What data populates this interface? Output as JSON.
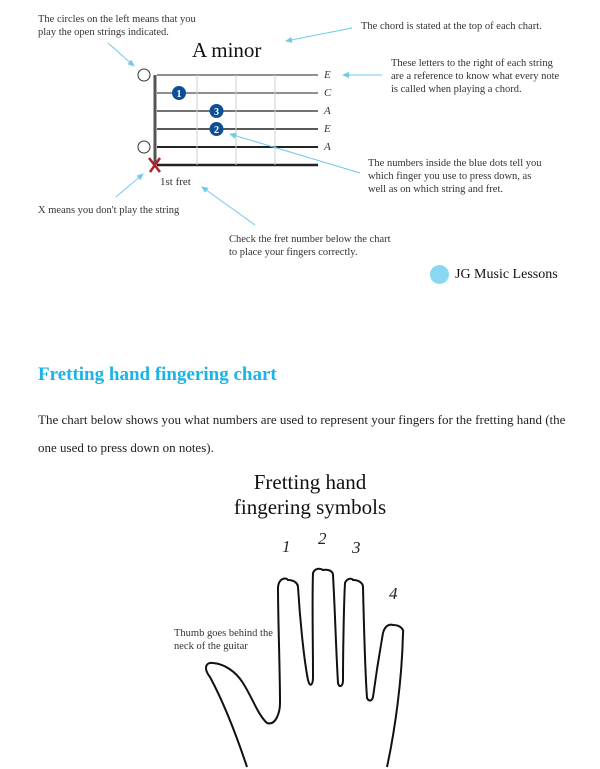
{
  "chord_chart": {
    "title": "A minor",
    "string_labels": [
      "E",
      "C",
      "A",
      "E",
      "A"
    ],
    "fret_label": "1st fret",
    "fingers": [
      {
        "finger": "1",
        "string": 2,
        "fret": 1
      },
      {
        "finger": "3",
        "string": 3,
        "fret": 2
      },
      {
        "finger": "2",
        "string": 4,
        "fret": 2
      }
    ],
    "open_strings": [
      1,
      5
    ],
    "muted_strings": [
      6
    ]
  },
  "annotations": {
    "open_circles": "The circles on the left means that you play the open strings indicated.",
    "chord_name": "The chord is stated at the top of each chart.",
    "letters": "These letters to the right of each string are a reference to know what every note is called when playing a chord.",
    "numbers": "The numbers inside the blue dots tell you which finger you use to press down, as well as on which string and fret.",
    "x_mark": "X means you don't play the string",
    "fret_number": "Check the fret number below the chart to place your fingers correctly."
  },
  "brand": "JG Music Lessons",
  "section": {
    "heading": "Fretting hand fingering chart",
    "paragraph": "The chart below shows you what numbers are used to represent your fingers for the fretting hand (the one used to press down on notes)."
  },
  "hand_chart": {
    "title_line1": "Fretting hand",
    "title_line2": "fingering symbols",
    "finger_numbers": [
      "1",
      "2",
      "3",
      "4"
    ],
    "thumb_note": "Thumb goes behind the neck of the guitar"
  },
  "colors": {
    "accent": "#1ab4e8",
    "arrow": "#6ccbea",
    "dot": "#0d4f96",
    "x": "#b0202a"
  }
}
